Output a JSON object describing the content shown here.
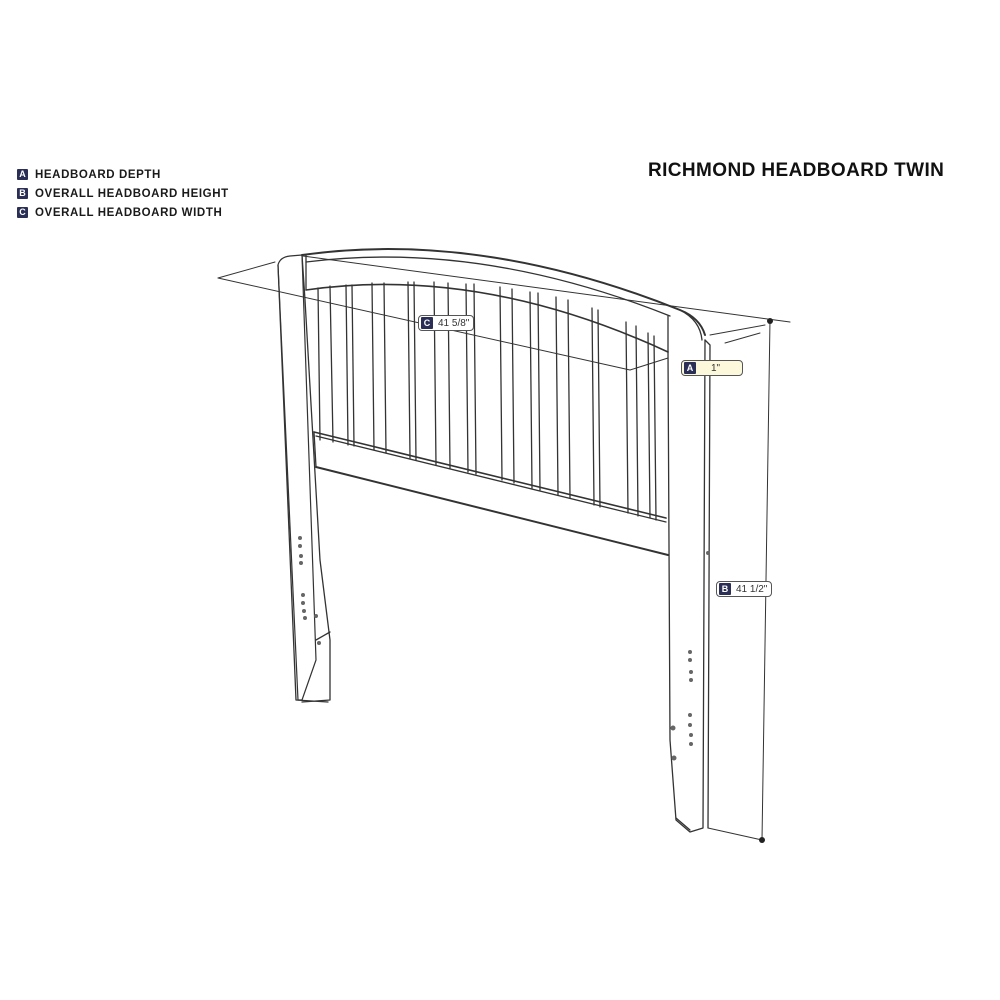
{
  "title": "RICHMOND HEADBOARD TWIN",
  "legend": [
    {
      "key": "A",
      "label": "HEADBOARD DEPTH"
    },
    {
      "key": "B",
      "label": "OVERALL HEADBOARD HEIGHT"
    },
    {
      "key": "C",
      "label": "OVERALL HEADBOARD WIDTH"
    }
  ],
  "dimensions": {
    "depth": {
      "key": "A",
      "value": "1\""
    },
    "height": {
      "key": "B",
      "value": "41 1/2\""
    },
    "width": {
      "key": "C",
      "value": "41 5/8\""
    }
  },
  "colors": {
    "badge": "#2b2f55",
    "depth_label_bg": "#fbf8dc",
    "line": "#333333"
  }
}
